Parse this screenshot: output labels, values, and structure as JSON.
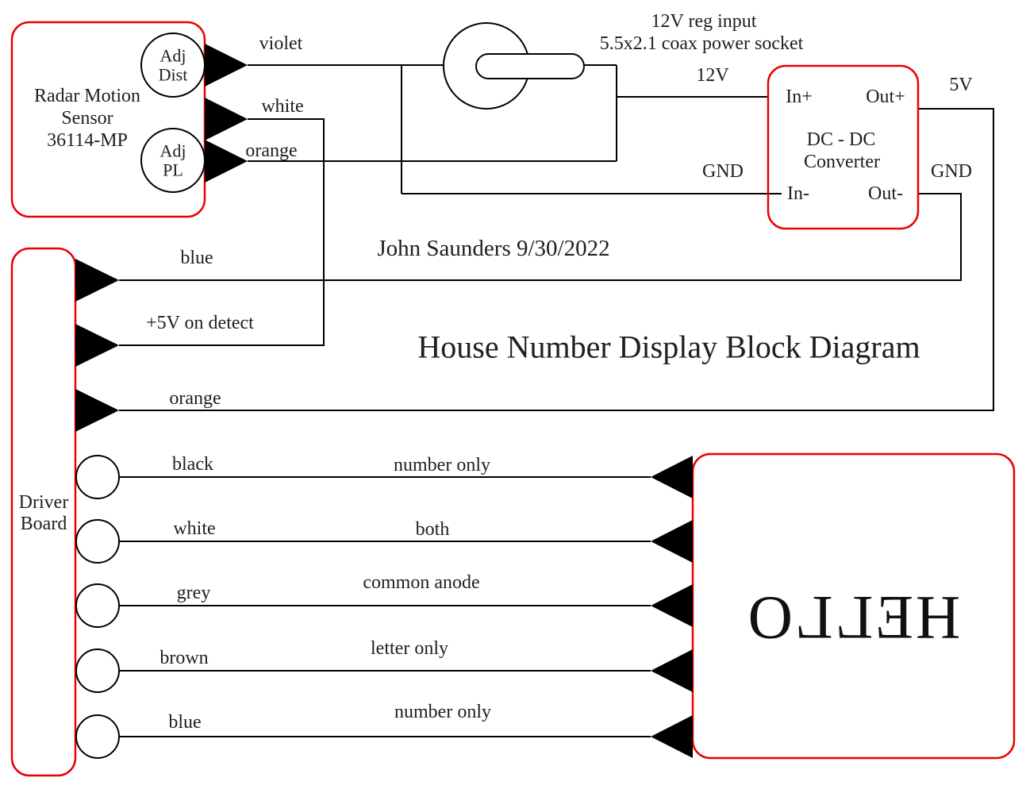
{
  "title": "House Number Display Block Diagram",
  "author_date": "John Saunders 9/30/2022",
  "colors": {
    "box_border": "#ee0000",
    "wire": "#000000",
    "text": "#1f1f1f"
  },
  "sensor": {
    "name_lines": [
      "Radar Motion",
      "Sensor",
      "36114-MP"
    ],
    "adj_dist": {
      "line1": "Adj",
      "line2": "Dist"
    },
    "adj_pl": {
      "line1": "Adj",
      "line2": "PL"
    },
    "wire_labels": {
      "violet": "violet",
      "white": "white",
      "orange": "orange"
    }
  },
  "socket": {
    "caption_line1": "12V  reg input",
    "caption_line2": "5.5x2.1 coax power socket"
  },
  "dcdc": {
    "in_plus": "In+",
    "out_plus": "Out+",
    "name_line1": "DC - DC",
    "name_line2": "Converter",
    "in_minus": "In-",
    "out_minus": "Out-",
    "labels": {
      "in_v": "12V",
      "in_gnd": "GND",
      "out_v": "5V",
      "out_gnd": "GND"
    }
  },
  "driver": {
    "name_line1": "Driver",
    "name_line2": "Board",
    "top_wires": [
      {
        "label": "blue"
      },
      {
        "label": "+5V on detect"
      },
      {
        "label": "orange"
      }
    ],
    "bottom_wires": [
      {
        "color": "black",
        "function": "number only"
      },
      {
        "color": "white",
        "function": "both"
      },
      {
        "color": "grey",
        "function": "common anode"
      },
      {
        "color": "brown",
        "function": "letter only"
      },
      {
        "color": "blue",
        "function": "number only"
      }
    ]
  },
  "display": {
    "text": "HELLO"
  }
}
